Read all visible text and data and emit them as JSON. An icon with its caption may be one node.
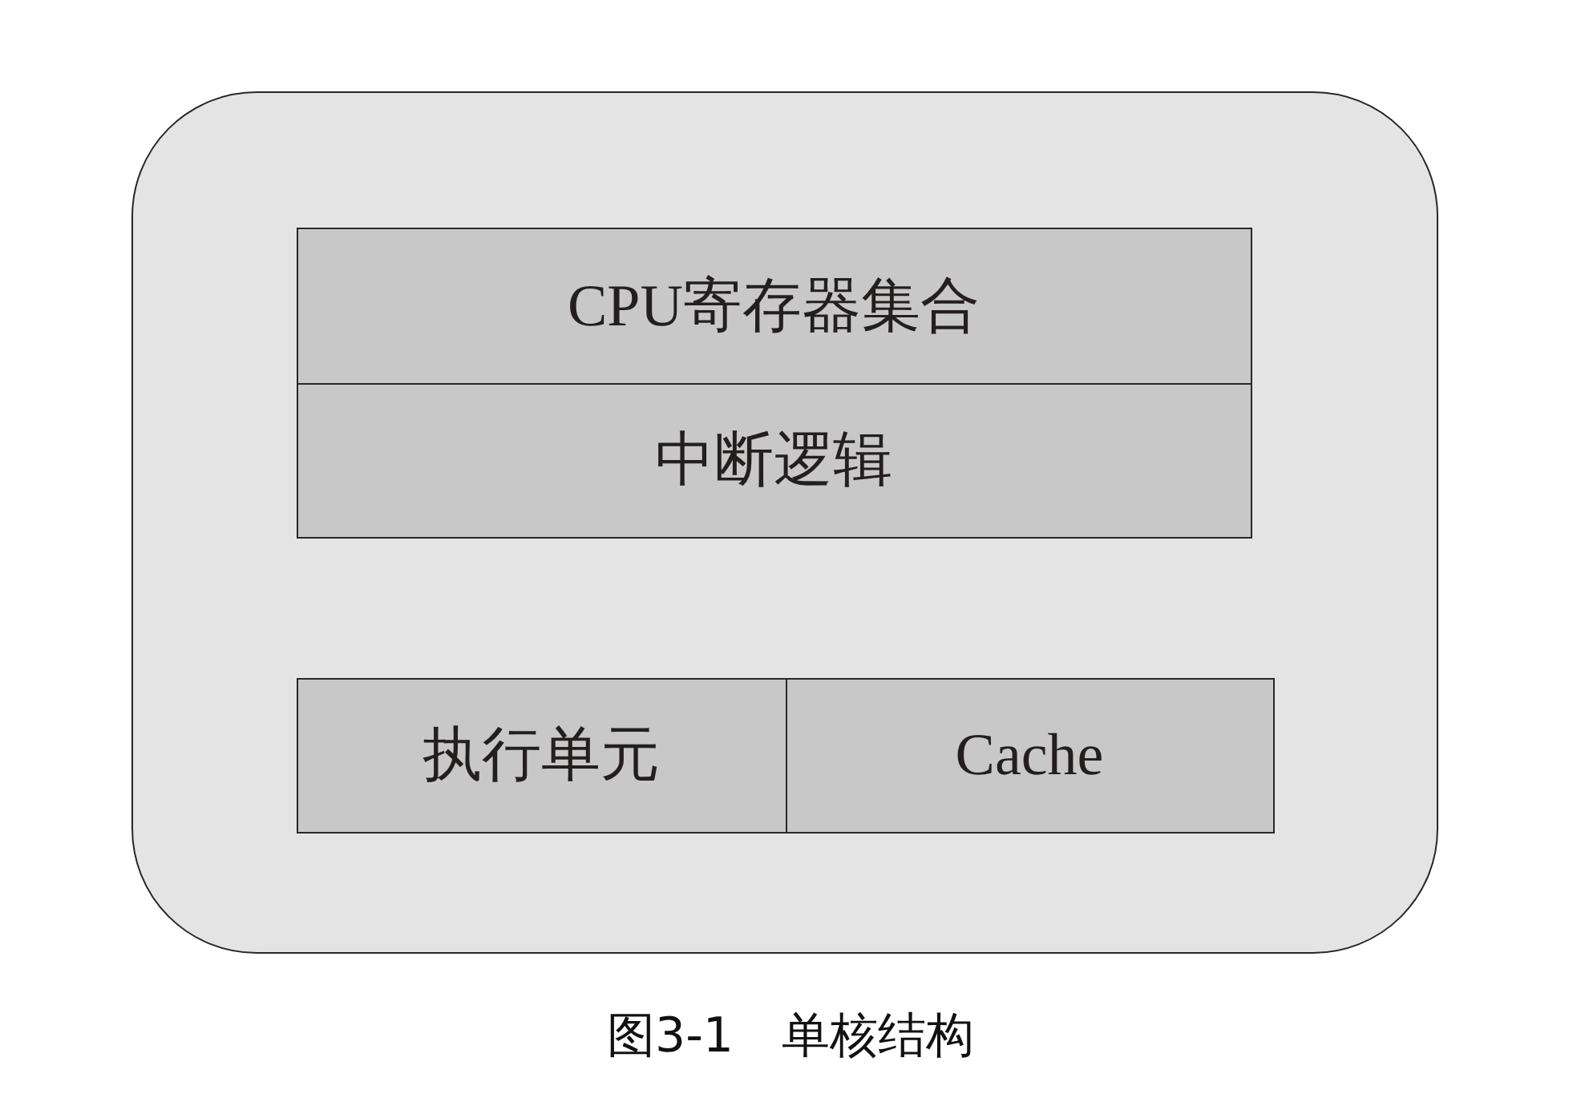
{
  "diagram": {
    "caption": "图3-1　单核结构",
    "nodes": [
      {
        "text": [],
        "shape": "box"
      },
      {
        "text": [
          "CPU寄存器集合"
        ],
        "in": 0
      },
      {
        "text": [
          "中断逻辑"
        ],
        "in": 0
      },
      {
        "text": [
          "执行单元"
        ],
        "in": 0
      },
      {
        "text": [
          "Cache"
        ],
        "in": 0
      }
    ]
  }
}
